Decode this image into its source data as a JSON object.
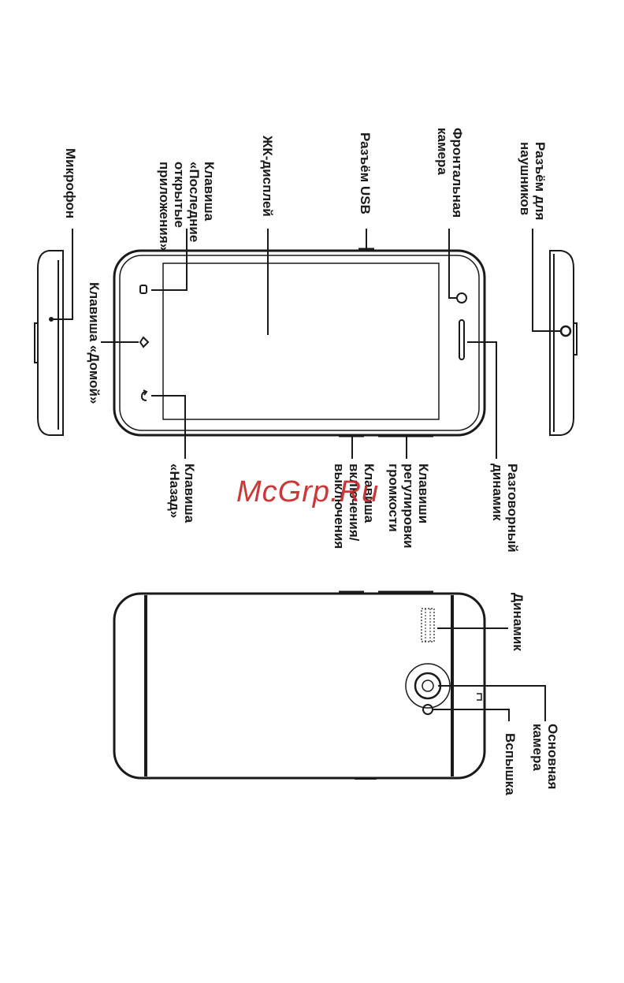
{
  "labels": {
    "microphone": "Микрофон",
    "recent_apps_key": [
      "Клавиша",
      "«Последние",
      "открытые",
      "приложения»"
    ],
    "lcd_display": "ЖК-дисплей",
    "usb_port": "Разъём USB",
    "front_camera": [
      "Фронтальная",
      "камера"
    ],
    "headphone_jack": [
      "Разъём для",
      "наушников"
    ],
    "home_key": "Клавиша «Домой»",
    "back_key": [
      "Клавиша",
      "«Назад»"
    ],
    "power_key": [
      "Клавиша",
      "включения/",
      "выключения"
    ],
    "volume_keys": [
      "Клавиши",
      "регулировки",
      "громкости"
    ],
    "earpiece": [
      "Разговорный",
      "динамик"
    ],
    "speaker": "Динамик",
    "main_camera": [
      "Основная",
      "камера"
    ],
    "flash": "Вспышка"
  },
  "watermark": "McGrp.Ru",
  "colors": {
    "line": "#1a1a1a",
    "watermark": "#c62828"
  }
}
